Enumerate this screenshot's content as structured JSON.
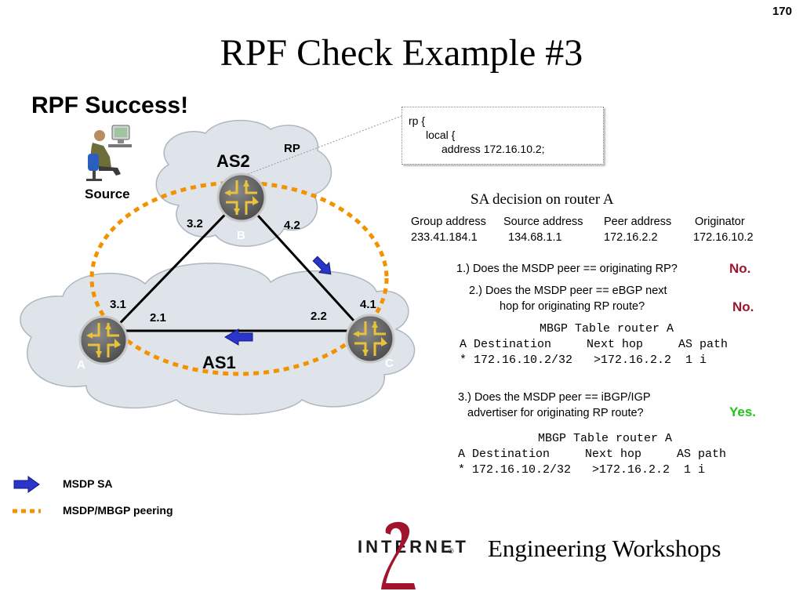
{
  "slide": {
    "page_number": "170",
    "title": "RPF Check Example #3",
    "subtitle": "RPF Success!",
    "footer_text": "Engineering Workshops"
  },
  "diagram": {
    "source_label": "Source",
    "rp_label": "RP",
    "as2_label": "AS2",
    "as1_label": "AS1",
    "router_labels": {
      "a": "A",
      "b": "B",
      "c": "C"
    },
    "interface_labels": {
      "b_left": "3.2",
      "b_right": "4.2",
      "a_top": "3.1",
      "a_link": "2.1",
      "c_top": "4.1",
      "c_link": "2.2"
    },
    "colors": {
      "peering": "#f39200",
      "arrow": "#2a35c9",
      "cloud_fill": "#dfe4ea",
      "router_fill": "#5e5e5e",
      "arrow_sym": "#e8c23a"
    }
  },
  "config": {
    "lines": [
      "rp {",
      "local {",
      "address 172.16.10.2;"
    ]
  },
  "sa": {
    "title": "SA decision on router A",
    "headers": [
      "Group address",
      "Source address",
      "Peer address",
      "Originator"
    ],
    "values": [
      "233.41.184.1",
      "134.68.1.1",
      "172.16.2.2",
      "172.16.10.2"
    ]
  },
  "checks": [
    {
      "question": "1.) Does the MSDP peer == originating RP?",
      "answer": "No."
    },
    {
      "question_line1": "2.) Does the MSDP peer == eBGP next",
      "question_line2": "hop for originating RP route?",
      "answer": "No."
    },
    {
      "question_line1": "3.) Does the MSDP peer == iBGP/IGP",
      "question_line2": "advertiser for originating RP route?",
      "answer": "Yes."
    }
  ],
  "mbgp_tables": [
    {
      "title": "MBGP Table router A",
      "header": "A Destination     Next hop     AS path",
      "row": "* 172.16.10.2/32   >172.16.2.2  1 i"
    },
    {
      "title": "MBGP Table router A",
      "header": "A Destination     Next hop     AS path",
      "row": "* 172.16.10.2/32   >172.16.2.2  1 i"
    }
  ],
  "legend": {
    "items": [
      {
        "label": "MSDP SA",
        "icon": "blue-arrow-icon"
      },
      {
        "label": "MSDP/MBGP peering",
        "icon": "orange-dotted-line-icon"
      }
    ]
  },
  "logo": {
    "text": "INTERNET",
    "numeral": "2",
    "mark": "®"
  }
}
